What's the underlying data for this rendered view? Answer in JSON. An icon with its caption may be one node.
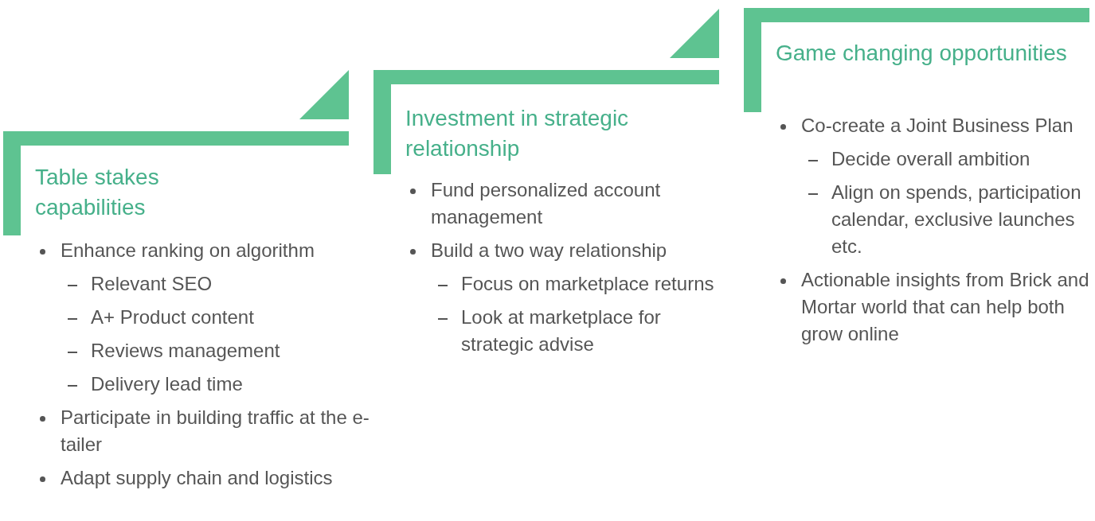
{
  "diagram": {
    "nodes": [
      {
        "text": [
          "Table stakes capabilities",
          "Enhance ranking on algorithm",
          "Relevant SEO",
          "A+ Product content",
          "Reviews management",
          "Delivery lead time",
          "Participate in building traffic at the e-tailer",
          "Adapt supply chain and logistics"
        ]
      },
      {
        "text": [
          "Investment in strategic relationship",
          "Fund personalized account management",
          "Build a two way relationship",
          "Focus on marketplace returns",
          "Look at marketplace for strategic advise"
        ]
      },
      {
        "text": [
          "Game changing opportunities",
          "Co-create a Joint Business Plan",
          "Decide overall ambition",
          "Align on spends, participation calendar, exclusive launches etc.",
          "Actionable insights from Brick and Mortar world that can help both grow online"
        ]
      }
    ]
  }
}
